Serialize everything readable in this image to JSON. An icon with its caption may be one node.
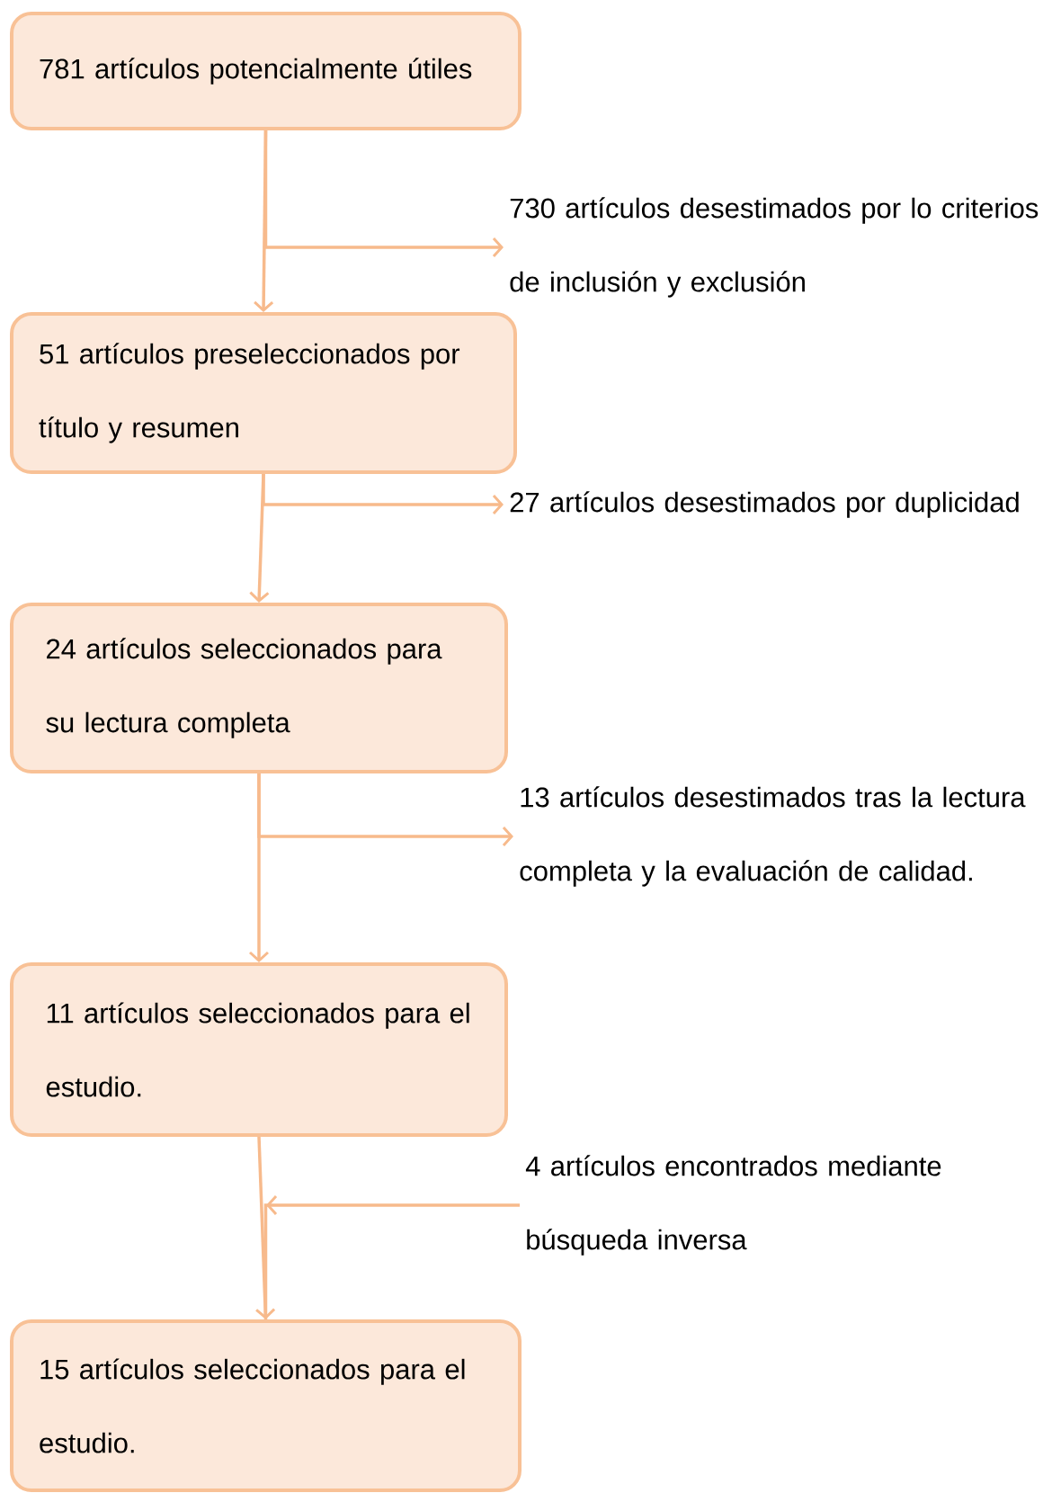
{
  "diagram": {
    "nodes": [
      {
        "text": [
          "781 artículos potencialmente útiles"
        ]
      },
      {
        "text": [
          "51 artículos preseleccionados por título y resumen"
        ]
      },
      {
        "text": [
          "24 artículos seleccionados para su lectura completa"
        ]
      },
      {
        "text": [
          "11 artículos seleccionados para el estudio."
        ]
      },
      {
        "text": [
          "15 artículos seleccionados para el estudio."
        ]
      },
      {
        "text": [
          "730 artículos desestimados por lo criterios de inclusión y exclusión"
        ]
      },
      {
        "text": [
          "27 artículos desestimados por duplicidad"
        ]
      },
      {
        "text": [
          "13 artículos desestimados tras la lectura completa y la evaluación de calidad."
        ]
      },
      {
        "text": [
          "4 artículos encontrados mediante búsqueda inversa"
        ]
      }
    ],
    "edges": [
      {
        "from": 0,
        "to": 1,
        "arrow": "to"
      },
      {
        "from": 0,
        "to": 5,
        "arrow": "to"
      },
      {
        "from": 1,
        "to": 2,
        "arrow": "to"
      },
      {
        "from": 1,
        "to": 6,
        "arrow": "to"
      },
      {
        "from": 2,
        "to": 3,
        "arrow": "to"
      },
      {
        "from": 2,
        "to": 7,
        "arrow": "to"
      },
      {
        "from": 3,
        "to": 4,
        "arrow": "to"
      },
      {
        "from": 8,
        "to": 4,
        "arrow": "to"
      }
    ]
  }
}
